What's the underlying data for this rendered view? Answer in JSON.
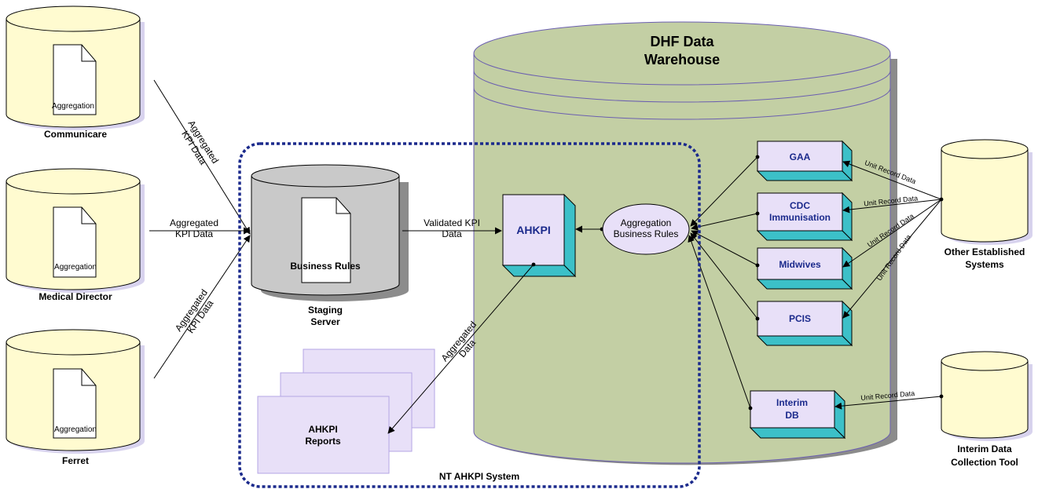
{
  "warehouse": {
    "title_line1": "DHF Data",
    "title_line2": "Warehouse"
  },
  "sources": [
    {
      "name": "Communicare",
      "doc_label": "Aggregation"
    },
    {
      "name": "Medical Director",
      "doc_label": "Aggregation"
    },
    {
      "name": "Ferret",
      "doc_label": "Aggregation"
    }
  ],
  "edge_labels": {
    "communicare_line1": "Aggregated",
    "communicare_line2": "KPI Data",
    "medical_line1": "Aggregated",
    "medical_line2": "KPI Data",
    "ferret_line1": "Aggregated",
    "ferret_line2": "KPI Data",
    "validated_line1": "Validated KPI",
    "validated_line2": "Data",
    "reports_line1": "Aggregated",
    "reports_line2": "Data",
    "unit_record_1": "Unit Record Data",
    "unit_record_2": "Unit Record Data",
    "unit_record_3": "Unit Record Data",
    "unit_record_4": "Unit Record Data",
    "unit_record_5": "Unit Record Data"
  },
  "staging": {
    "doc_label": "Business Rules",
    "name_line1": "Staging",
    "name_line2": "Server"
  },
  "ahkpi_box": "AHKPI",
  "aggregation_rules": {
    "line1": "Aggregation",
    "line2": "Business Rules"
  },
  "reports": {
    "line1": "AHKPI",
    "line2": "Reports"
  },
  "system_boundary": "NT AHKPI System",
  "modules": [
    {
      "line1": "GAA",
      "line2": ""
    },
    {
      "line1": "CDC",
      "line2": "Immunisation"
    },
    {
      "line1": "Midwives",
      "line2": ""
    },
    {
      "line1": "PCIS",
      "line2": ""
    },
    {
      "line1": "Interim",
      "line2": "DB"
    }
  ],
  "external": {
    "other_line1": "Other Established",
    "other_line2": "Systems",
    "interim_line1": "Interim Data",
    "interim_line2": "Collection Tool"
  },
  "colors": {
    "source_cylinder": "#fffbd0",
    "warehouse": "#c3cfa4",
    "staging": "#c9c9c9",
    "module_face": "#e8e0f8",
    "module_side": "#3cc0c8",
    "boundary": "#1b2a8c"
  }
}
